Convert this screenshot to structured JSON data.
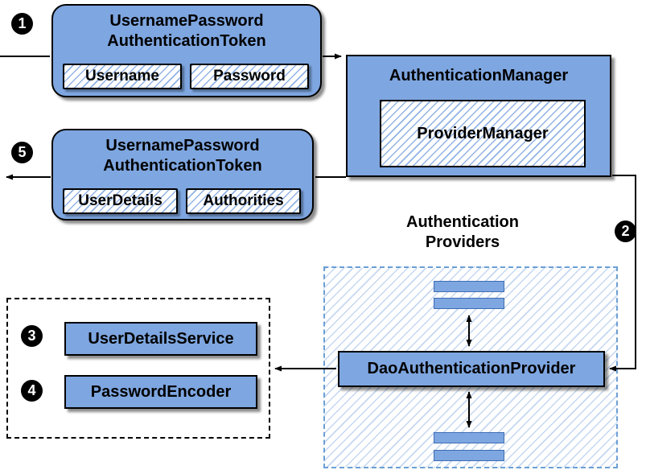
{
  "colors": {
    "box_fill": "#7EA6E0",
    "hatch_line": "#7EA6E0",
    "providers_dashed_border": "#6B9FD4",
    "outline": "#000000",
    "text": "#000000"
  },
  "steps": {
    "s1": "1",
    "s2": "2",
    "s3": "3",
    "s4": "4",
    "s5": "5"
  },
  "request_token": {
    "title_line1": "UsernamePassword",
    "title_line2": "AuthenticationToken",
    "fields": [
      "Username",
      "Password"
    ]
  },
  "auth_manager": {
    "title": "AuthenticationManager",
    "inner": "ProviderManager"
  },
  "response_token": {
    "title_line1": "UsernamePassword",
    "title_line2": "AuthenticationToken",
    "fields": [
      "UserDetails",
      "Authorities"
    ]
  },
  "providers": {
    "label_line1": "Authentication",
    "label_line2": "Providers",
    "dao": "DaoAuthenticationProvider"
  },
  "services": {
    "user_details_service": "UserDetailsService",
    "password_encoder": "PasswordEncoder"
  }
}
